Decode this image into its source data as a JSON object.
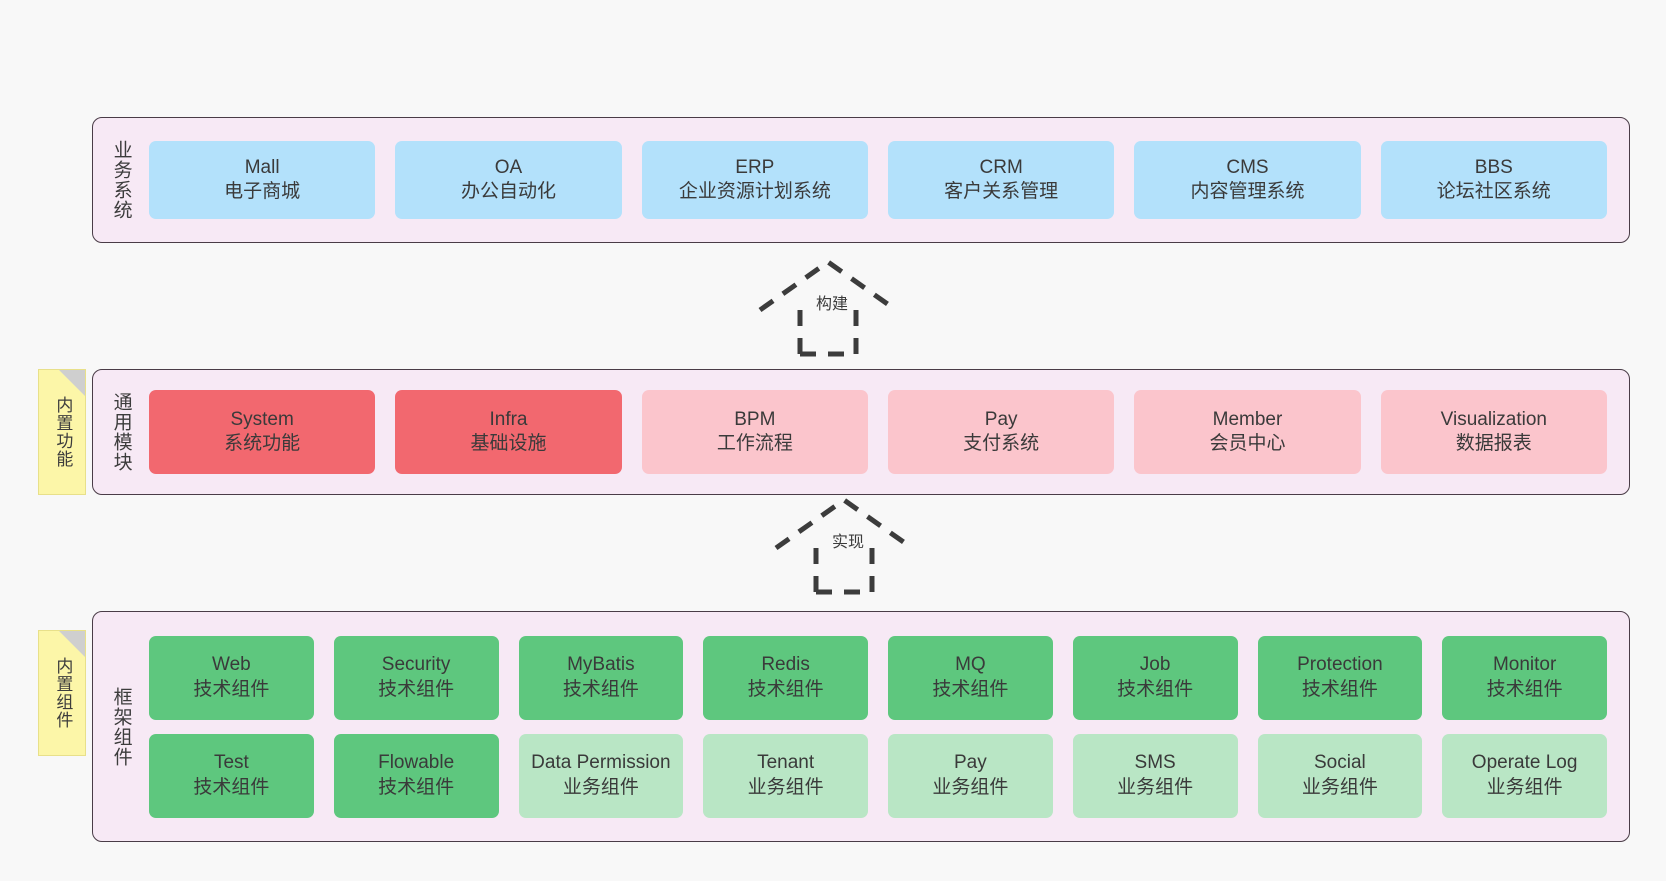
{
  "diagram": {
    "background_color": "#f8f8f8",
    "layers": [
      {
        "id": "business",
        "title": "业务系统",
        "panel_color": "#f7e9f5",
        "rows": [
          {
            "items": [
              {
                "en": "Mall",
                "cn": "电子商城",
                "color": "#b3e1fb"
              },
              {
                "en": "OA",
                "cn": "办公自动化",
                "color": "#b3e1fb"
              },
              {
                "en": "ERP",
                "cn": "企业资源计划系统",
                "color": "#b3e1fb"
              },
              {
                "en": "CRM",
                "cn": "客户关系管理",
                "color": "#b3e1fb"
              },
              {
                "en": "CMS",
                "cn": "内容管理系统",
                "color": "#b3e1fb"
              },
              {
                "en": "BBS",
                "cn": "论坛社区系统",
                "color": "#b3e1fb"
              }
            ]
          }
        ]
      },
      {
        "id": "modules",
        "title": "通用模块",
        "panel_color": "#f7e9f5",
        "note": "内置功能",
        "rows": [
          {
            "items": [
              {
                "en": "System",
                "cn": "系统功能",
                "color": "#f2686f"
              },
              {
                "en": "Infra",
                "cn": "基础设施",
                "color": "#f2686f"
              },
              {
                "en": "BPM",
                "cn": "工作流程",
                "color": "#fbc5cc"
              },
              {
                "en": "Pay",
                "cn": "支付系统",
                "color": "#fbc5cc"
              },
              {
                "en": "Member",
                "cn": "会员中心",
                "color": "#fbc5cc"
              },
              {
                "en": "Visualization",
                "cn": "数据报表",
                "color": "#fbc5cc"
              }
            ]
          }
        ]
      },
      {
        "id": "framework",
        "title": "框架组件",
        "panel_color": "#f7e9f5",
        "note": "内置组件",
        "rows": [
          {
            "items": [
              {
                "en": "Web",
                "cn": "技术组件",
                "color": "#5ec77e"
              },
              {
                "en": "Security",
                "cn": "技术组件",
                "color": "#5ec77e"
              },
              {
                "en": "MyBatis",
                "cn": "技术组件",
                "color": "#5ec77e"
              },
              {
                "en": "Redis",
                "cn": "技术组件",
                "color": "#5ec77e"
              },
              {
                "en": "MQ",
                "cn": "技术组件",
                "color": "#5ec77e"
              },
              {
                "en": "Job",
                "cn": "技术组件",
                "color": "#5ec77e"
              },
              {
                "en": "Protection",
                "cn": "技术组件",
                "color": "#5ec77e"
              },
              {
                "en": "Monitor",
                "cn": "技术组件",
                "color": "#5ec77e"
              }
            ]
          },
          {
            "items": [
              {
                "en": "Test",
                "cn": "技术组件",
                "color": "#5ec77e"
              },
              {
                "en": "Flowable",
                "cn": "技术组件",
                "color": "#5ec77e"
              },
              {
                "en": "Data Permission",
                "cn": "业务组件",
                "color": "#b9e6c5"
              },
              {
                "en": "Tenant",
                "cn": "业务组件",
                "color": "#b9e6c5"
              },
              {
                "en": "Pay",
                "cn": "业务组件",
                "color": "#b9e6c5"
              },
              {
                "en": "SMS",
                "cn": "业务组件",
                "color": "#b9e6c5"
              },
              {
                "en": "Social",
                "cn": "业务组件",
                "color": "#b9e6c5"
              },
              {
                "en": "Operate Log",
                "cn": "业务组件",
                "color": "#b9e6c5"
              }
            ]
          }
        ]
      }
    ],
    "connectors": [
      {
        "id": "build",
        "label": "构建"
      },
      {
        "id": "implement",
        "label": "实现"
      }
    ]
  }
}
